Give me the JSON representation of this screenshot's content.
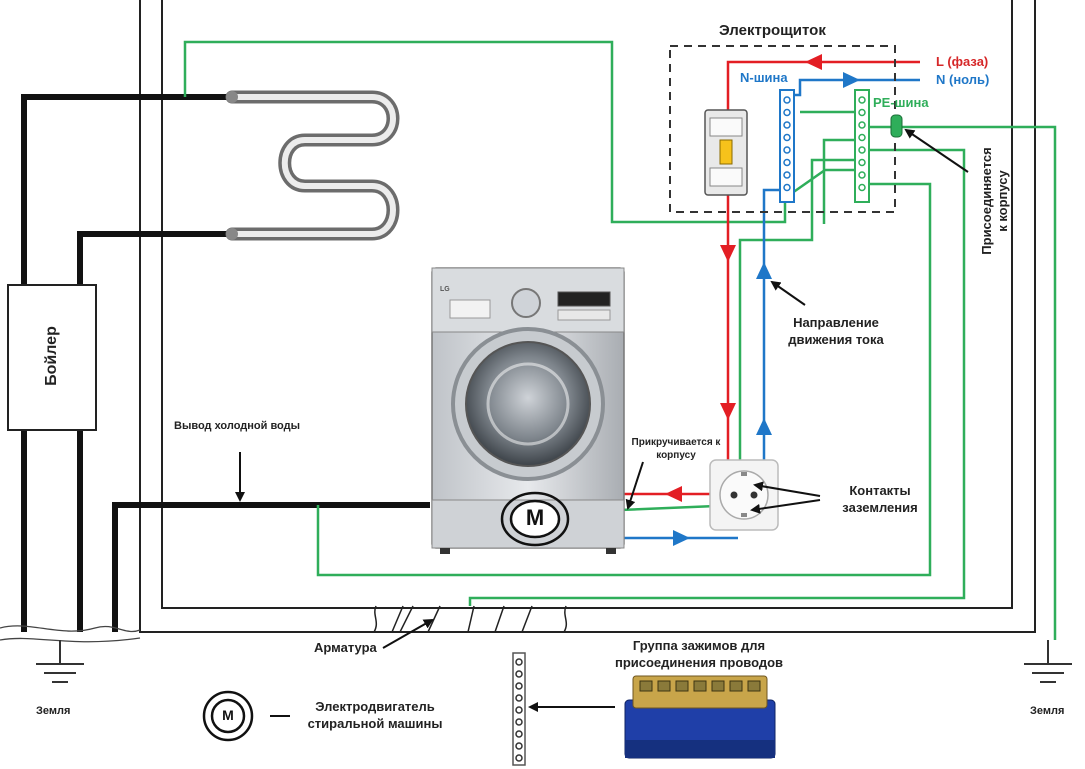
{
  "labels": {
    "panel": "Электрощиток",
    "phase": "L (фаза)",
    "neutral": "N (ноль)",
    "n_bus": "N-шина",
    "pe_bus": "PE-шина",
    "attach_body_vertical": "Присоединяется\nк корпусу",
    "current_direction": "Направление\nдвижения тока",
    "screwed_to_body": "Прикручивается к\nкорпусу",
    "ground_contacts": "Контакты\nзаземления",
    "boiler": "Бойлер",
    "cold_water": "Вывод холодной воды",
    "rebar": "Арматура",
    "terminal_group": "Группа зажимов для\nприсоединения проводов",
    "motor_letter": "M",
    "motor_desc": "Электродвигатель\nстиральной машины",
    "ground_left": "Земля",
    "ground_right": "Земля",
    "washer_brand": "LG"
  },
  "colors": {
    "phase": "#e31e24",
    "neutral": "#1f77c8",
    "pe": "#2fae5a",
    "wall": "#222222",
    "pipe": "#111111",
    "label_phase": "#d62728",
    "label_neutral": "#1f77c8",
    "label_pe": "#2fae5a"
  },
  "icons": [
    "motor-icon",
    "circuit-breaker-icon",
    "socket-icon",
    "ground-symbol-icon",
    "terminal-block-icon",
    "washing-machine-icon",
    "towel-rail-icon"
  ]
}
